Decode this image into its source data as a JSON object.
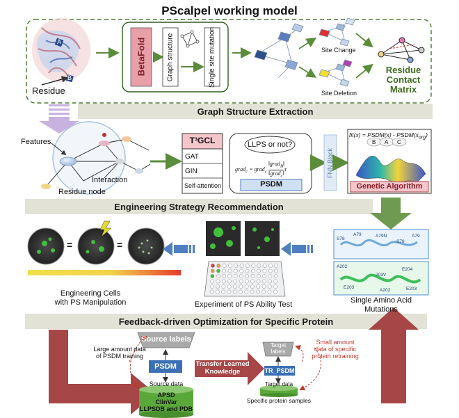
{
  "title": "PScalpel working model",
  "bands": {
    "graph": "Graph Structure Extraction",
    "engineering": "Engineering Strategy Recommendation",
    "feedback": "Feedback-driven Optimization for Specific Protein"
  },
  "top": {
    "residue": "Residue",
    "betafold": "BetaFold",
    "graph_structure": "Graph structure",
    "single_site_mutation": "Single site mutation",
    "site_change": "Site Change",
    "site_deletion": "Site Deletion",
    "matrix": [
      "Residue",
      "Contact",
      "Matrix"
    ],
    "node_labels": [
      "A",
      "B"
    ]
  },
  "middle": {
    "features": "Features",
    "interaction": "Interaction",
    "residue_node": "Residue node",
    "t3gcl": "T³GCL",
    "gat": "GAT",
    "gin": "GIN",
    "self_attention": "Self-attention",
    "llps": "LLPS or not?",
    "grad_left": "grad",
    "grad_sub": "c",
    "grad_mid": " = grad",
    "grad_num": "‖grad",
    "grad_num_sub": "B",
    "grad_den": "‖grad",
    "grad_den_sub": "c",
    "grad_close": "‖",
    "grad_tau": "τ",
    "psdm": "PSDM",
    "fnn": "FNN Block",
    "fit_text": "fit(x) = PSDM(x) - PSDM(x",
    "fit_sub": "org",
    "fit_close": ")",
    "abc": [
      "B",
      "A",
      "C"
    ],
    "genetic": "Genetic Algorithm"
  },
  "lower": {
    "engineering_cells": [
      "Engineering Cells",
      "with PS Manipulation"
    ],
    "experiment": "Experiment of PS Ability Test",
    "single_mutations": [
      "Single Amino Acid",
      "Mutations"
    ],
    "mut_labels_top": [
      "S78",
      "A79",
      "A79N",
      "S78",
      "A79"
    ],
    "mut_labels_bottom": [
      "A202",
      "E203",
      "203V",
      "E204",
      "A202",
      "E203"
    ],
    "equals": "="
  },
  "bottom": {
    "large_amount": [
      "Large amount data",
      "of PSDM training"
    ],
    "source_labels": "Source labels",
    "psdm": "PSDM",
    "source_data": "Source data",
    "databases": [
      "APSD",
      "ClinVar",
      "LLPSDB and PDB"
    ],
    "transfer": [
      "Transfer Learned",
      "Knowledge"
    ],
    "target_labels": [
      "Target",
      "labels"
    ],
    "tr_psdm": "TR_PSDM",
    "target_data": "Target data",
    "specific_samples": "Specific protein samples",
    "small_amount": [
      "Small amount",
      "data of specific",
      "protein retraining"
    ]
  },
  "colors": {
    "band": "#e2e3d6",
    "green_arrow": "#5b8c3a",
    "dark_green_text": "#3f6b1e",
    "betafold_fill": "#e8a0a8",
    "blue": "#3b6fb6",
    "red_arrow": "#a64646",
    "purple_arrow": "#c8b2e0",
    "genetic_fill": "#f4c6cc",
    "cylinder_green": "#5aa83a"
  }
}
